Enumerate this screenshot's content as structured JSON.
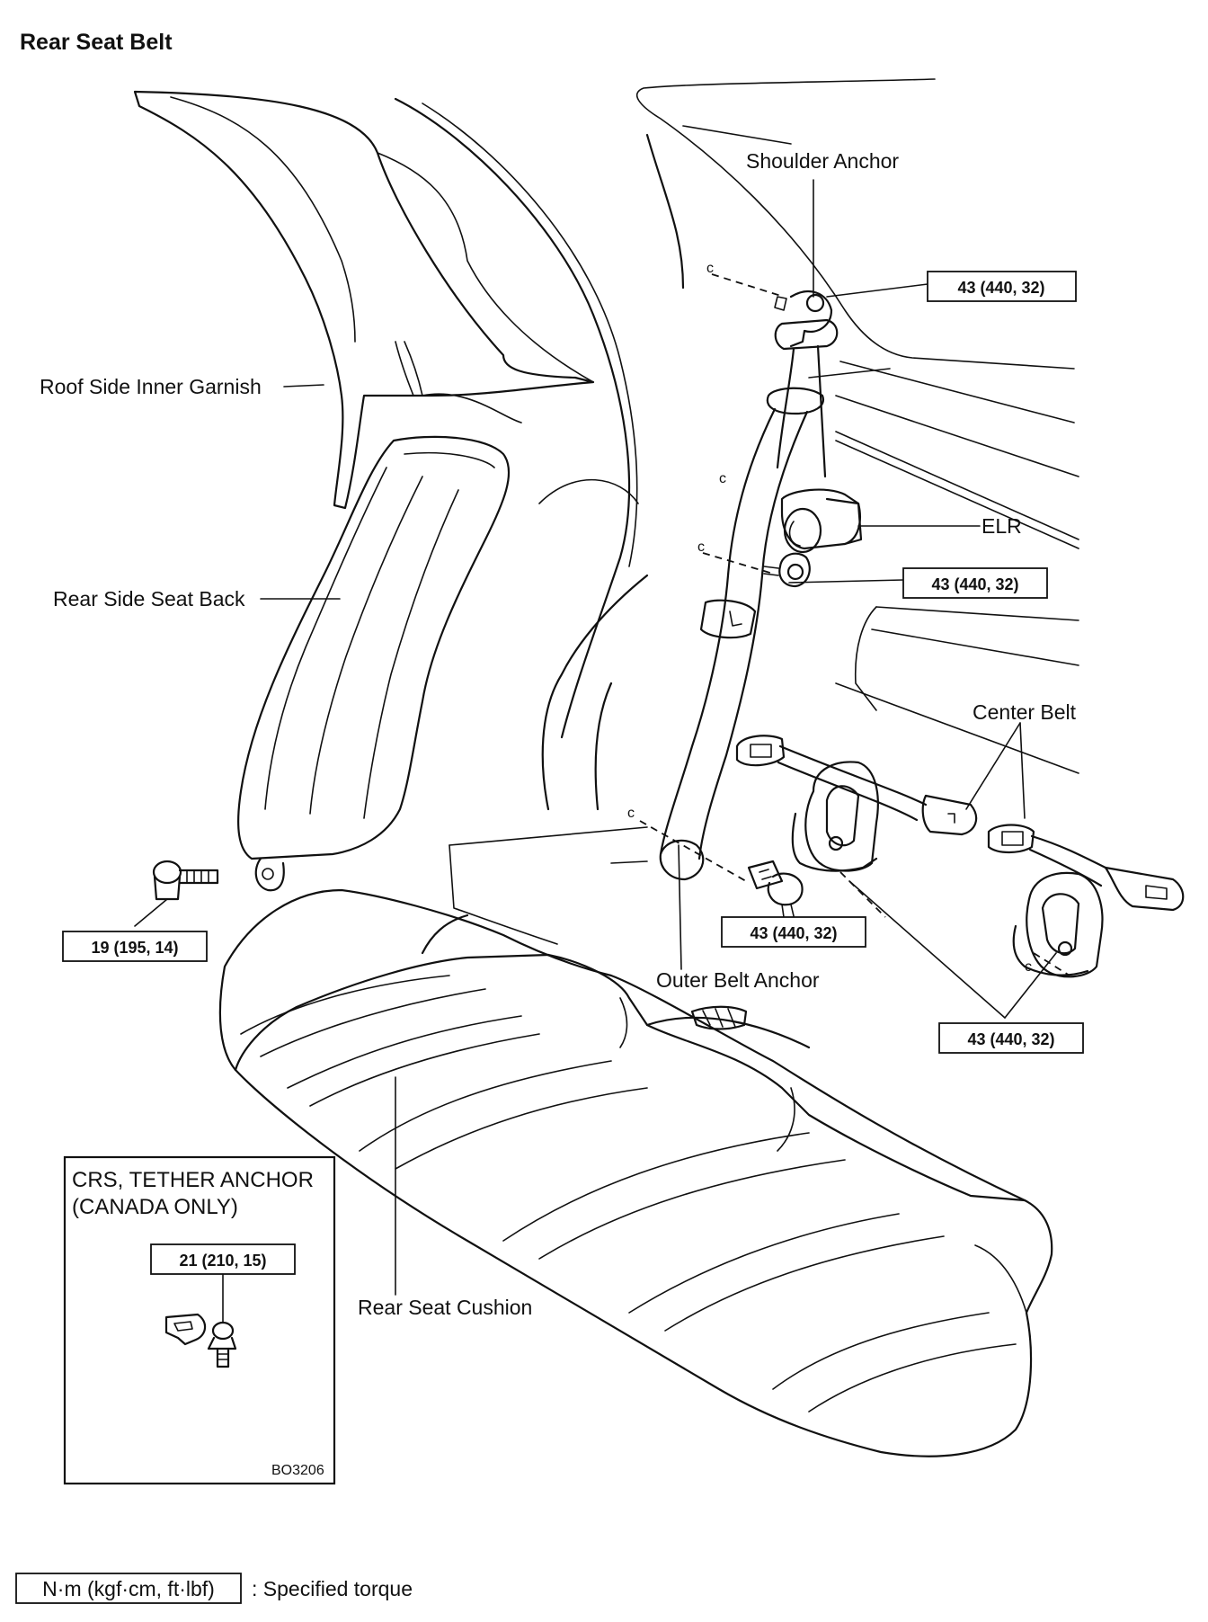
{
  "title": "Rear Seat Belt",
  "labels": {
    "shoulder_anchor": "Shoulder Anchor",
    "roof_side_inner_garnish": "Roof Side Inner Garnish",
    "elr": "ELR",
    "rear_side_seat_back": "Rear Side Seat Back",
    "center_belt": "Center Belt",
    "outer_belt_anchor": "Outer Belt Anchor",
    "rear_seat_cushion": "Rear Seat Cushion"
  },
  "torques": {
    "shoulder": "43 (440, 32)",
    "elr": "43 (440, 32)",
    "seat_back": "19 (195, 14)",
    "outer_anchor": "43 (440, 32)",
    "center_belt": "43 (440, 32)",
    "tether": "21 (210, 15)"
  },
  "inset": {
    "title_line1": "CRS, TETHER ANCHOR",
    "title_line2": "(CANADA ONLY)",
    "code": "BO3206"
  },
  "legend": {
    "unit_box": "N·m (kgf·cm, ft·lbf)",
    "description": ":  Specified torque"
  },
  "clip_marks": [
    "c",
    "c",
    "c",
    "c",
    "c"
  ]
}
